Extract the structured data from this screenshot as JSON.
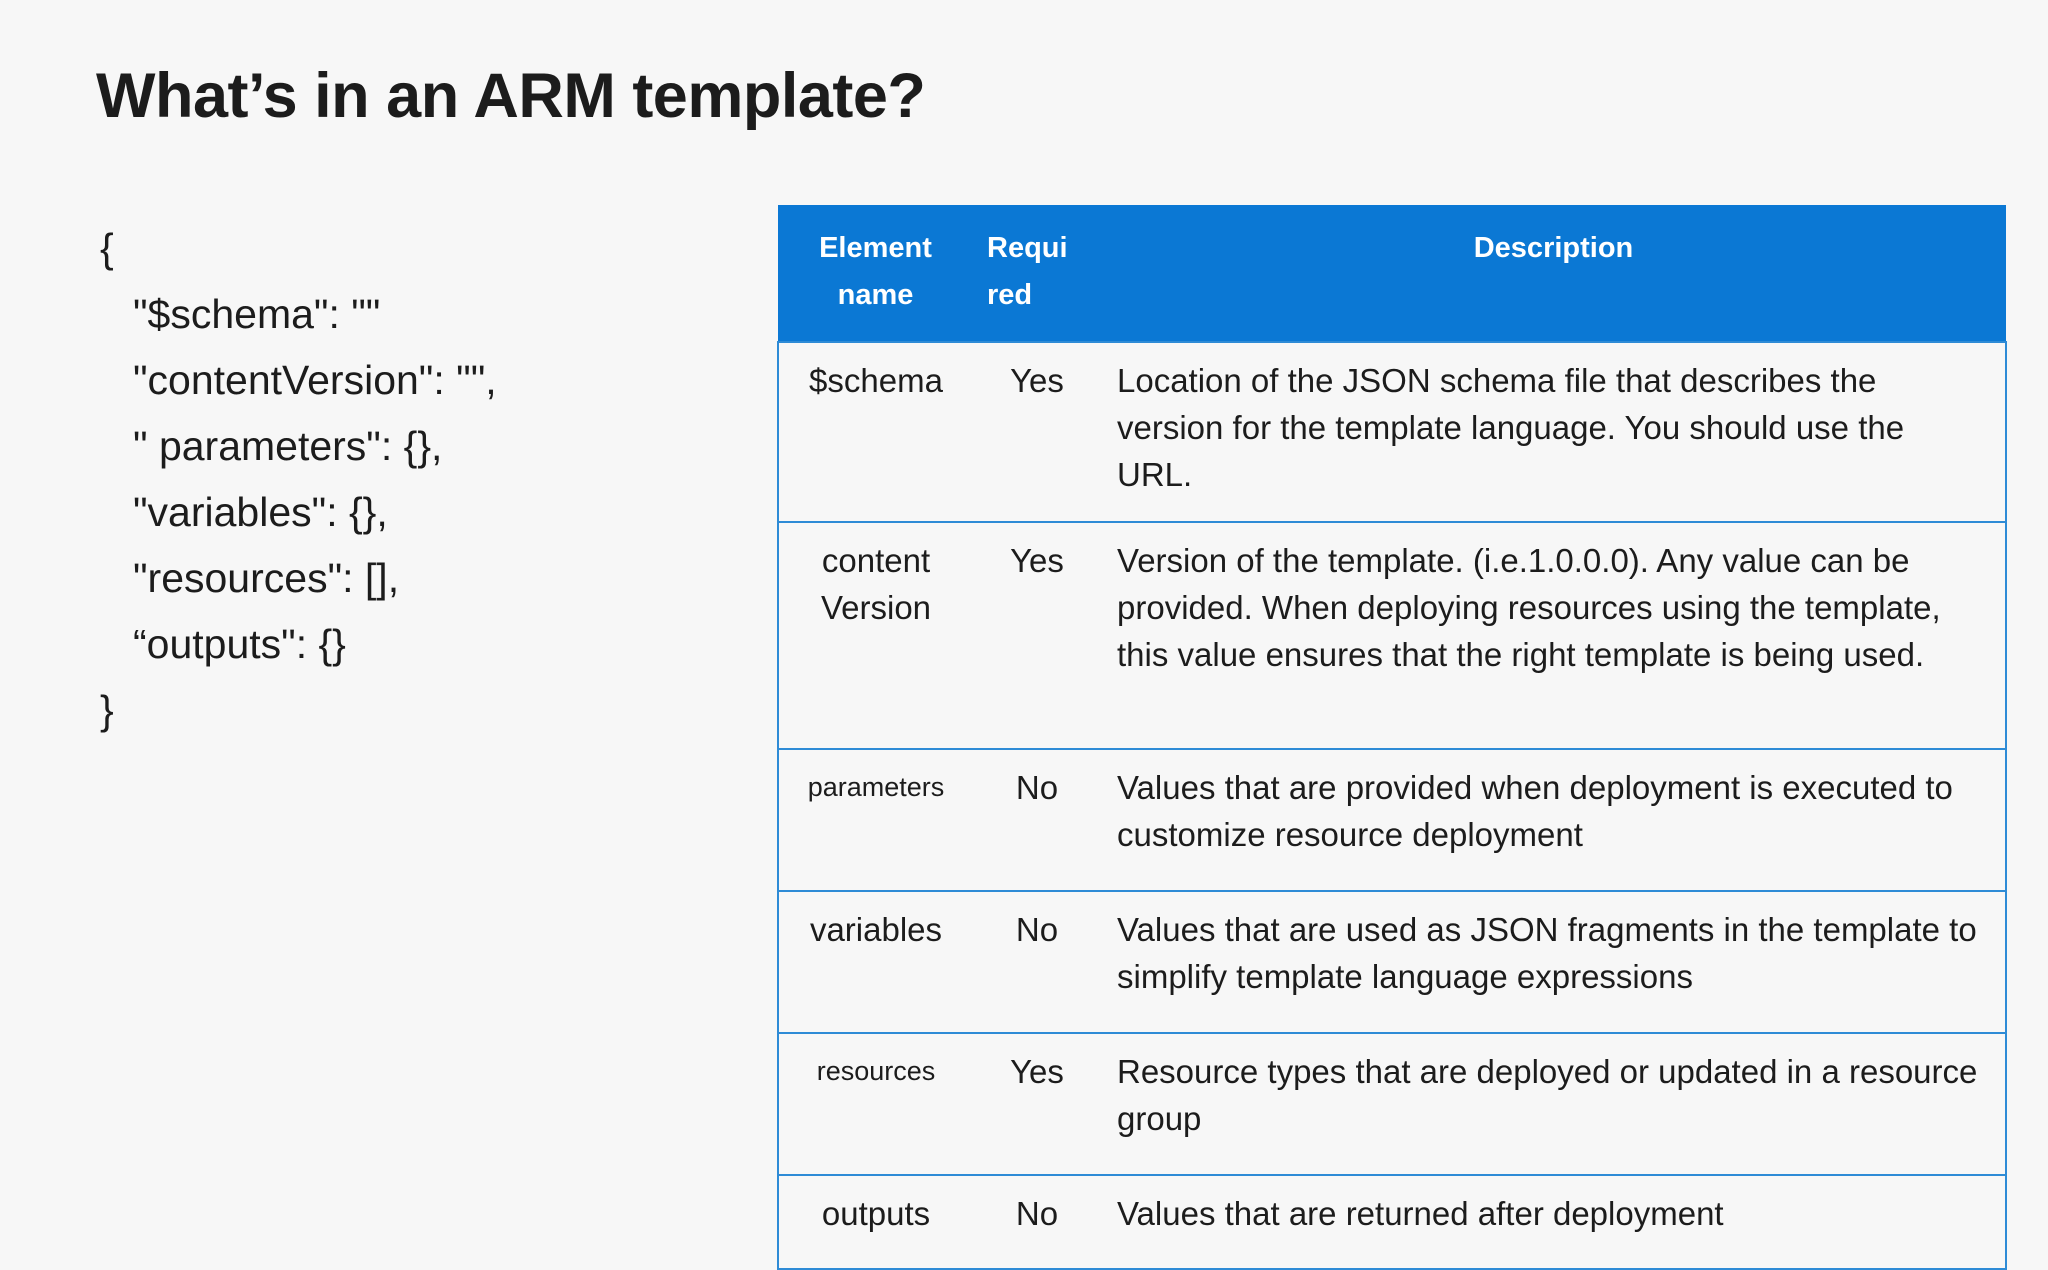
{
  "slide": {
    "title": "What’s in an ARM template?",
    "background_color": "#f7f7f7",
    "accent_color": "#0b78d4",
    "border_color": "#2e8bd6",
    "text_color": "#1c1c1c"
  },
  "code": {
    "lines": [
      "{",
      "\"$schema\": \"\"",
      "\"contentVersion\": \"\",",
      "\" parameters\": {},",
      "\"variables\": {},",
      "\"resources\": [],",
      "“outputs\": {}",
      "}"
    ]
  },
  "table": {
    "headers": {
      "element_name": "Element name",
      "required": "Requi red",
      "description": "Description"
    },
    "rows": [
      {
        "element": "$schema",
        "required": "Yes",
        "description": "Location of the JSON schema file that describes the version for the template language. You should use the URL."
      },
      {
        "element": "content Version",
        "required": "Yes",
        "description": "Version of the template. (i.e.1.0.0.0). Any value can be provided. When deploying resources using the template, this value ensures that the right template is being used."
      },
      {
        "element": "parameters",
        "required": "No",
        "description": "Values that are provided when deployment is executed to customize resource deployment"
      },
      {
        "element": "variables",
        "required": "No",
        "description": "Values that are used as JSON fragments in the template to simplify template language expressions"
      },
      {
        "element": "resources",
        "required": "Yes",
        "description": "Resource types that are deployed or updated in a resource group"
      },
      {
        "element": "outputs",
        "required": "No",
        "description": "Values that are returned after deployment"
      }
    ]
  }
}
